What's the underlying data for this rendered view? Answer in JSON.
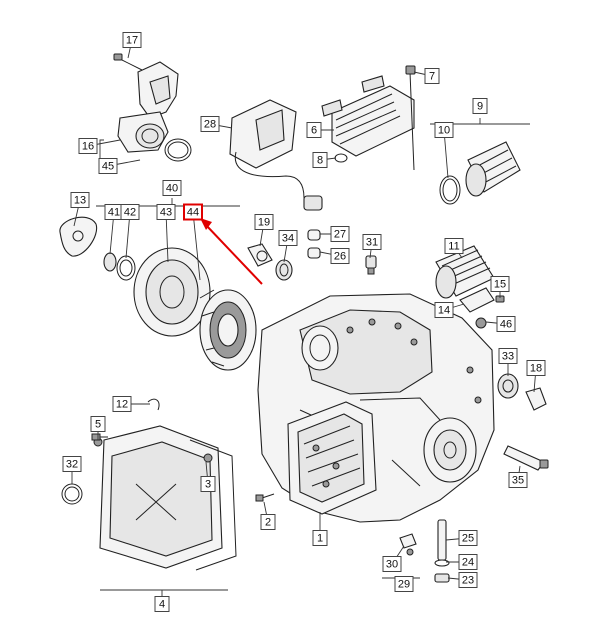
{
  "diagram": {
    "callouts": [
      {
        "id": "1",
        "label": "1"
      },
      {
        "id": "2",
        "label": "2"
      },
      {
        "id": "3",
        "label": "3"
      },
      {
        "id": "4",
        "label": "4"
      },
      {
        "id": "5",
        "label": "5"
      },
      {
        "id": "6",
        "label": "6"
      },
      {
        "id": "7",
        "label": "7"
      },
      {
        "id": "8",
        "label": "8"
      },
      {
        "id": "9",
        "label": "9"
      },
      {
        "id": "10",
        "label": "10"
      },
      {
        "id": "11",
        "label": "11"
      },
      {
        "id": "12",
        "label": "12"
      },
      {
        "id": "13",
        "label": "13"
      },
      {
        "id": "14",
        "label": "14"
      },
      {
        "id": "15",
        "label": "15"
      },
      {
        "id": "16",
        "label": "16"
      },
      {
        "id": "17",
        "label": "17"
      },
      {
        "id": "18",
        "label": "18"
      },
      {
        "id": "19",
        "label": "19"
      },
      {
        "id": "23",
        "label": "23"
      },
      {
        "id": "24",
        "label": "24"
      },
      {
        "id": "25",
        "label": "25"
      },
      {
        "id": "26",
        "label": "26"
      },
      {
        "id": "27",
        "label": "27"
      },
      {
        "id": "28",
        "label": "28"
      },
      {
        "id": "29",
        "label": "29"
      },
      {
        "id": "30",
        "label": "30"
      },
      {
        "id": "31",
        "label": "31"
      },
      {
        "id": "32",
        "label": "32"
      },
      {
        "id": "33",
        "label": "33"
      },
      {
        "id": "34",
        "label": "34"
      },
      {
        "id": "35",
        "label": "35"
      },
      {
        "id": "40",
        "label": "40"
      },
      {
        "id": "41",
        "label": "41"
      },
      {
        "id": "42",
        "label": "42"
      },
      {
        "id": "43",
        "label": "43"
      },
      {
        "id": "44",
        "label": "44"
      },
      {
        "id": "45",
        "label": "45"
      },
      {
        "id": "46",
        "label": "46"
      }
    ],
    "highlight": {
      "callout": "44",
      "color": "#e00000"
    }
  }
}
